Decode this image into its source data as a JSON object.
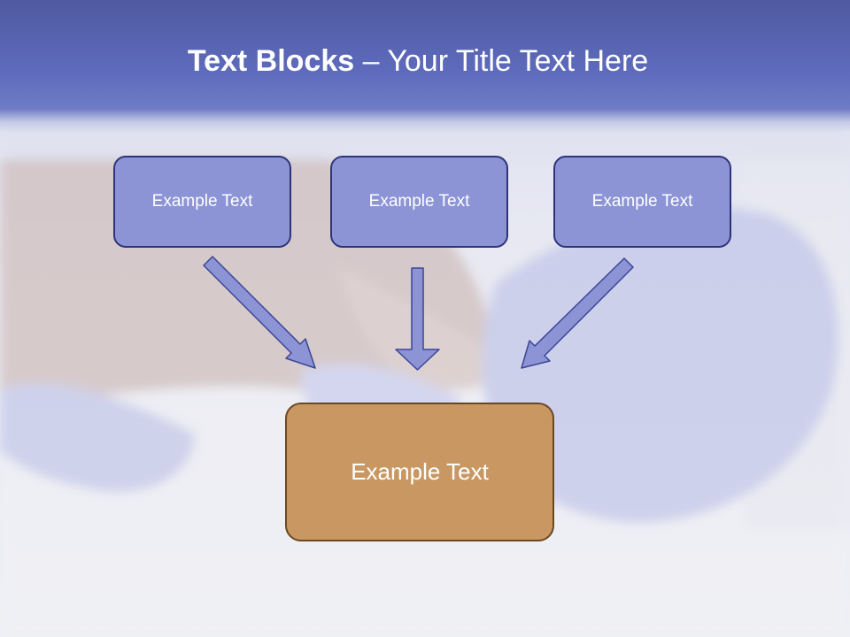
{
  "slide": {
    "title_bold": "Text Blocks",
    "title_dash": " – ",
    "title_rest": "Your Title Text Here"
  },
  "boxes": [
    {
      "label": "Example Text"
    },
    {
      "label": "Example Text"
    },
    {
      "label": "Example Text"
    }
  ],
  "main_box": {
    "label": "Example Text"
  },
  "colors": {
    "header": "#5e6bbd",
    "box_fill": "#8c94d6",
    "box_border": "#2e3478",
    "main_fill": "#c99862",
    "main_border": "#6b4720",
    "arrow_fill": "#8c94d6",
    "arrow_stroke": "#3c4596"
  }
}
